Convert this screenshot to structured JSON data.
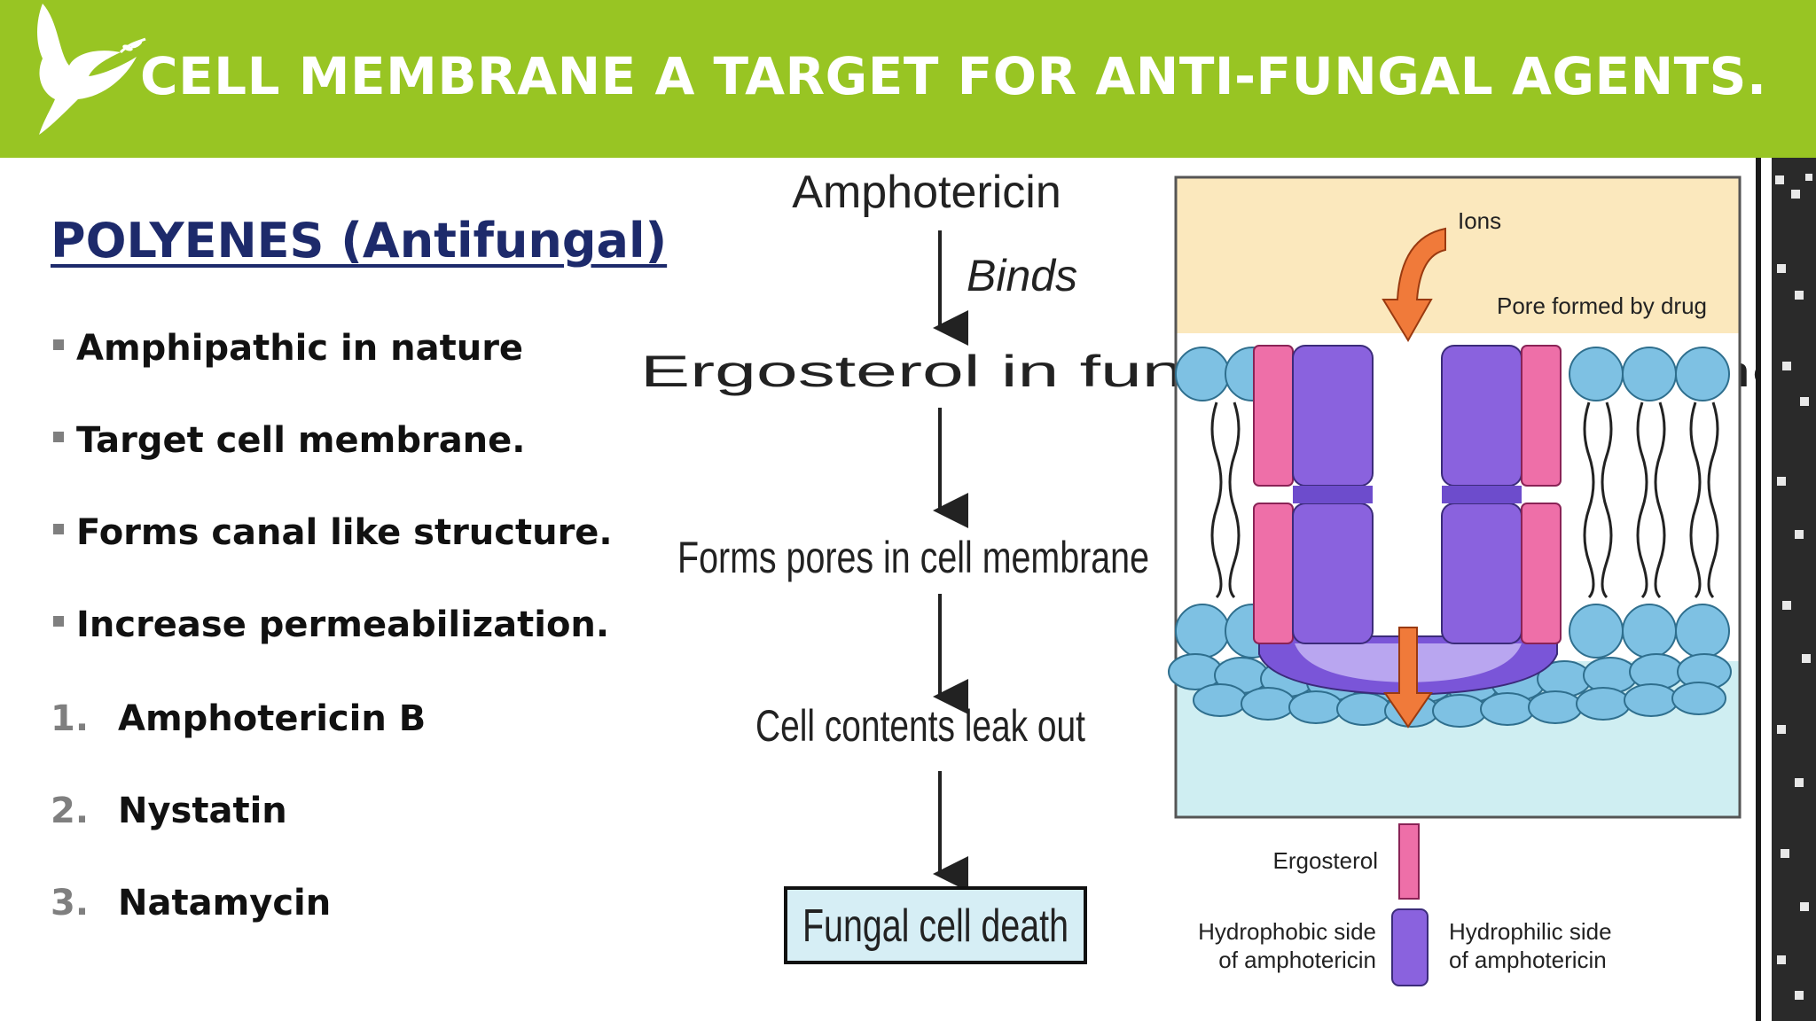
{
  "header": {
    "title": "CELL MEMBRANE A TARGET FOR ANTI-FUNGAL AGENTS.",
    "logo_icon": "dove-with-olive-branch-icon",
    "background_color": "#98c523"
  },
  "content": {
    "heading": "POLYENES (Antifungal)",
    "bullets": [
      "Amphipathic in nature",
      "Target cell membrane.",
      "Forms canal like structure.",
      "Increase permeabilization."
    ],
    "numbered": [
      {
        "num": "1.",
        "text": "Amphotericin B"
      },
      {
        "num": "2.",
        "text": "Nystatin"
      },
      {
        "num": "3.",
        "text": "Natamycin"
      }
    ]
  },
  "flowchart": {
    "start": "Amphotericin",
    "binds": "Binds",
    "step1": "Ergosterol in fungal cell membrane",
    "step2": "Forms pores in cell membrane",
    "step3": "Cell contents leak out",
    "end": "Fungal cell death"
  },
  "membrane_diagram": {
    "ions_label": "Ions",
    "pore_label": "Pore formed by drug",
    "legend": {
      "ergosterol": "Ergosterol",
      "hydrophobic_line1": "Hydrophobic side",
      "hydrophobic_line2": "of amphotericin",
      "hydrophilic_line1": "Hydrophilic side",
      "hydrophilic_line2": "of amphotericin"
    }
  },
  "colors": {
    "heading": "#1d2a6b",
    "ergosterol": "#ee6fa8",
    "amphotericin": "#8a62de",
    "lipid_head": "#7ec1e3",
    "arrow": "#f07a3a"
  }
}
